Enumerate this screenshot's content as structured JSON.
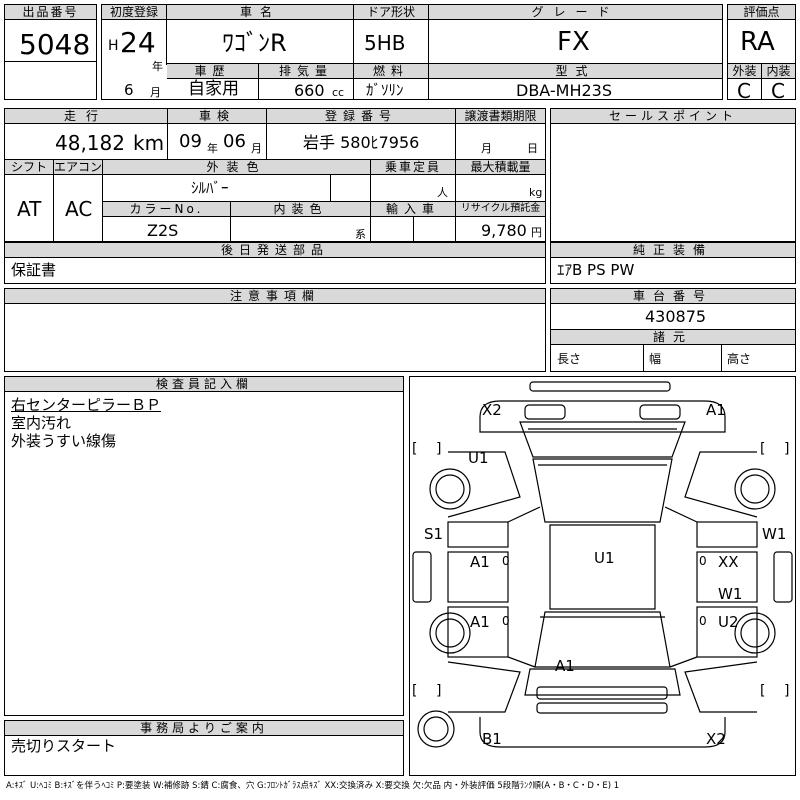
{
  "header": {
    "lot_label": "出品番号",
    "lot_no": "5048",
    "first_reg_label": "初度登録",
    "era": "H",
    "year": "24",
    "year_unit": "年",
    "month": "6",
    "month_unit": "月",
    "car_name_label": "車名",
    "car_name": "ﾜｺﾞﾝR",
    "door_label": "ドア形状",
    "door": "5HB",
    "grade_label": "グレード",
    "grade": "FX",
    "score_label": "評価点",
    "score": "RA",
    "history_label": "車歴",
    "history": "自家用",
    "displacement_label": "排気量",
    "displacement": "660",
    "displacement_unit": "cc",
    "fuel_label": "燃料",
    "fuel": "ｶﾞｿﾘﾝ",
    "model_label": "型式",
    "model": "DBA-MH23S",
    "exterior_label": "外装",
    "exterior": "C",
    "interior_label": "内装",
    "interior": "C"
  },
  "row2": {
    "mileage_label": "走行",
    "mileage": "48,182",
    "mileage_unit": "km",
    "inspection_label": "車検",
    "insp_year": "09",
    "insp_year_unit": "年",
    "insp_month": "06",
    "insp_month_unit": "月",
    "reg_no_label": "登録番号",
    "reg_no": "岩手 580ﾋ7956",
    "transfer_label": "譲渡書類期限",
    "transfer_month_unit": "月",
    "transfer_day_unit": "日",
    "sales_point_label": "セールスポイント"
  },
  "row3": {
    "shift_label": "シフト",
    "shift": "AT",
    "ac_label": "エアコン",
    "ac": "AC",
    "ext_color_label": "外装色",
    "ext_color": "ｼﾙﾊﾞｰ",
    "capacity_label": "乗車定員",
    "capacity_unit": "人",
    "max_load_label": "最大積載量",
    "max_load_unit": "kg",
    "color_no_label": "カラーNo.",
    "color_no": "Z2S",
    "int_color_label": "内装色",
    "int_color_unit": "系",
    "import_label": "輸入車",
    "recycle_label": "リサイクル預託金",
    "recycle": "9,780",
    "recycle_unit": "円"
  },
  "parts": {
    "label": "後日発送部品",
    "value": "保証書",
    "equip_label": "純正装備",
    "equip": "ｴｱB PS PW"
  },
  "notes": {
    "label": "注意事項欄",
    "chassis_label": "車台番号",
    "chassis": "430875",
    "spec_label": "諸元",
    "length_label": "長さ",
    "width_label": "幅",
    "height_label": "高さ"
  },
  "inspector": {
    "label": "検査員記入欄",
    "lines": [
      "右センターピラーＢＰ",
      "室内汚れ",
      "外装うすい線傷"
    ]
  },
  "office": {
    "label": "事務局よりご案内",
    "value": "売切りスタート"
  },
  "diagram": {
    "marks": {
      "x2_top": "X2",
      "a1_top": "A1",
      "u1_left": "U1",
      "s1": "S1",
      "w1_right": "W1",
      "a1_front_door": "A1",
      "xx": "XX",
      "u1_roof": "U1",
      "w1_rear": "W1",
      "a1_rear_door": "A1",
      "u2": "U2",
      "a1_trunk": "A1",
      "b1": "B1",
      "x2_bottom": "X2",
      "zero_a": "0",
      "zero_b": "0",
      "zero_c": "0",
      "zero_d": "0"
    },
    "brackets": [
      "[",
      "]",
      "[",
      "]",
      "[",
      "]",
      "[",
      "]"
    ]
  },
  "legend": "A:ｷｽﾞ U:ﾍｺﾐ B:ｷｽﾞを伴うﾍｺﾐ P:要塗装 W:補修跡 S:錆 C:腐食、穴 G:ﾌﾛﾝﾄｶﾞﾗｽ点ｷｽﾞ XX:交換済み X:要交換 欠:欠品 内・外装評価 5段階ﾗﾝｸ順(A・B・C・D・E) 1"
}
